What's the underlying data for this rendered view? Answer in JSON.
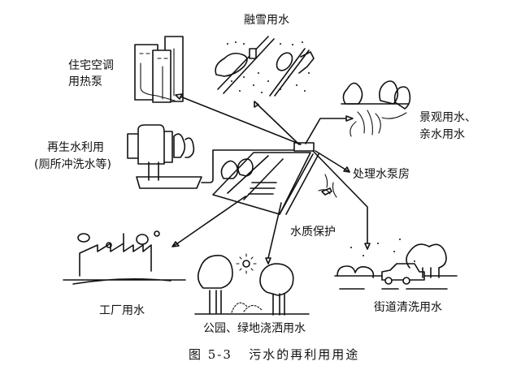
{
  "figure": {
    "caption_number": "图 5-3",
    "caption_title": "污水的再利用用途",
    "center": "处理水泵房",
    "labels": {
      "heat_pump_line1": "住宅空调",
      "heat_pump_line2": "用热泵",
      "snow_melting": "融雪用水",
      "landscape_line1": "景观用水、",
      "landscape_line2": "亲水用水",
      "recycled_line1": "再生水利用",
      "recycled_line2": "(厕所冲洗水等)",
      "pump_house": "处理水泵房",
      "water_protection": "水质保护",
      "industrial": "工厂用水",
      "park_irrigation": "公园、绿地浇洒用水",
      "street_cleaning": "街道清洗用水"
    }
  }
}
